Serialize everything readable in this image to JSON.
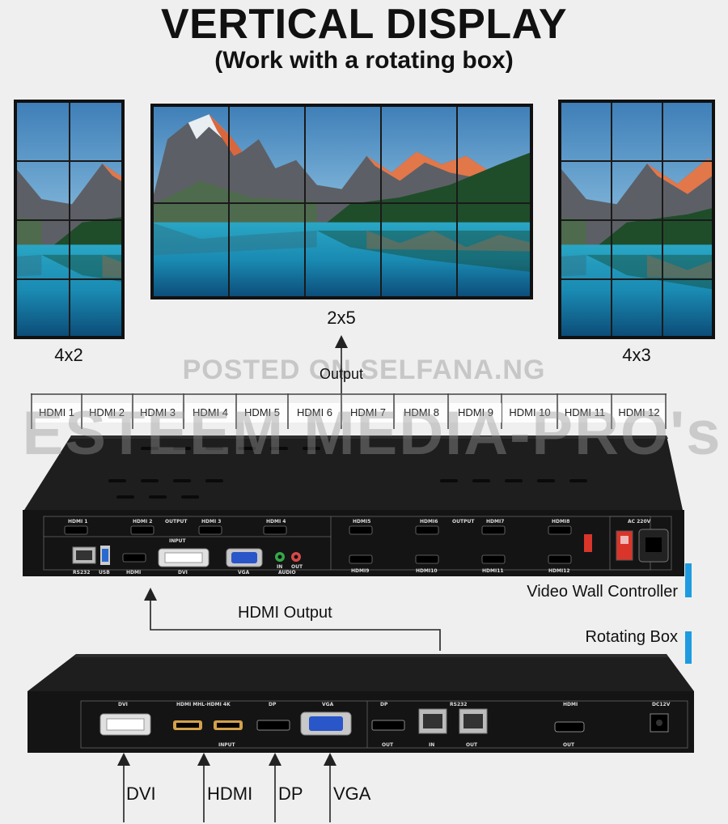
{
  "title": "VERTICAL DISPLAY",
  "subtitle": "(Work with a rotating box)",
  "walls": [
    {
      "label": "4x2"
    },
    {
      "label": "2x5"
    },
    {
      "label": "4x3"
    }
  ],
  "watermark_top": "POSTED ON SELFANA.NG",
  "watermark_main": "ESTEEM MEDIA-PRO's",
  "output_label": "Output",
  "output_ports": [
    "HDMI 1",
    "HDMI 2",
    "HDMI 3",
    "HDMI 4",
    "HDMI 5",
    "HDMI 6",
    "HDMI 7",
    "HDMI 8",
    "HDMI 9",
    "HDMI 10",
    "HDMI 11",
    "HDMI 12"
  ],
  "controller": {
    "label": "Video Wall Controller",
    "top_ports": [
      "HDMI 1",
      "HDMI 2",
      "OUTPUT",
      "HDMI 3",
      "HDMI 4",
      "HDMI5",
      "HDMI6",
      "OUTPUT",
      "HDMI7",
      "HDMI8"
    ],
    "bottom_ports": [
      "HDMI9",
      "HDMI10",
      "HDMI11",
      "HDMI12"
    ],
    "input_label": "INPUT",
    "input_ports": [
      "RS232",
      "USB",
      "HDMI",
      "DVI",
      "VGA",
      "AUDIO"
    ],
    "audio_sub": [
      "IN",
      "OUT"
    ],
    "power_label": "AC 220V"
  },
  "hdmi_output_label": "HDMI Output",
  "rotating_box": {
    "label": "Rotating Box",
    "top_labels": [
      "DVI",
      "HDMI MHL-HDMI 4K",
      "DP",
      "VGA",
      "DP",
      "RS232",
      "HDMI",
      "DC12V"
    ],
    "bottom_labels": [
      "INPUT",
      "OUT",
      "IN",
      "OUT",
      "OUT"
    ]
  },
  "inputs": [
    "DVI",
    "HDMI",
    "DP",
    "VGA"
  ],
  "colors": {
    "accent_blue": "#1e9be0",
    "device_black": "#141414"
  }
}
